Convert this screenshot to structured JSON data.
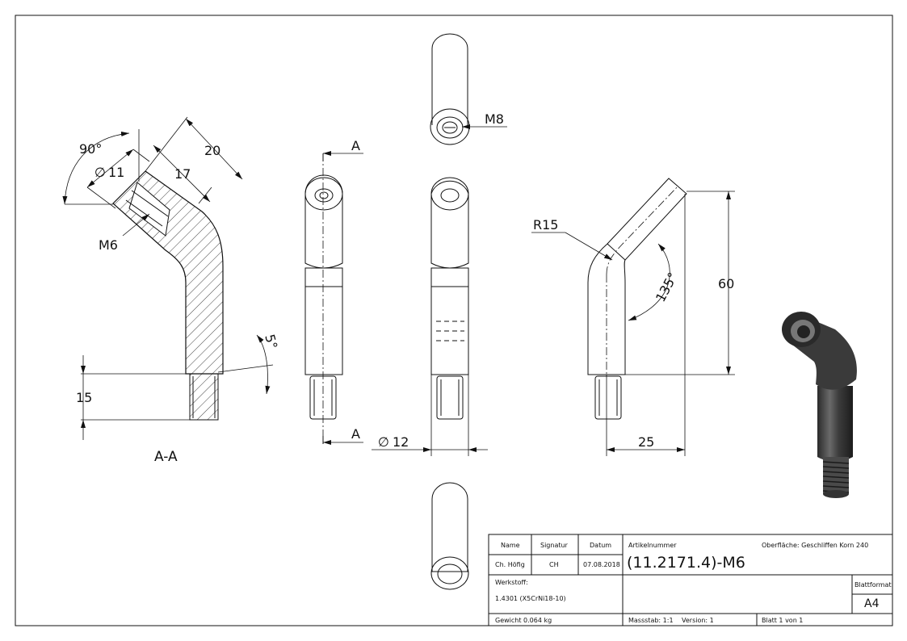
{
  "dimensions": {
    "angle_90": "90°",
    "dia_11": "11",
    "len_20": "20",
    "len_17": "17",
    "thread_m6": "M6",
    "angle_5": "5°",
    "len_15": "15",
    "thread_m8": "M8",
    "dia_12": "12",
    "radius": "R15",
    "angle_135": "135°",
    "height_60": "60",
    "width_25": "25"
  },
  "section": {
    "label": "A-A",
    "marker_top": "A",
    "marker_bottom": "A"
  },
  "title_block": {
    "col_name": "Name",
    "col_signatur": "Signatur",
    "col_datum": "Datum",
    "name": "Ch. Höfig",
    "signatur": "CH",
    "datum": "07.08.2018",
    "artikelnummer_label": "Artikelnummer",
    "oberflaeche": "Oberfläche:  Geschliffen Korn 240",
    "part_number": "(11.2171.4)-M6",
    "werkstoff_label": "Werkstoff:",
    "werkstoff": "1.4301 (X5CrNi18-10)",
    "blattformat_label": "Blattformat",
    "blattformat": "A4",
    "gewicht": "Gewicht 0.064 kg",
    "massstab": "Massstab: 1:1",
    "version": "Version: 1",
    "blatt": "Blatt 1 von 1"
  },
  "colors": {
    "line": "#111111",
    "render_body": "#3a3a3a"
  }
}
